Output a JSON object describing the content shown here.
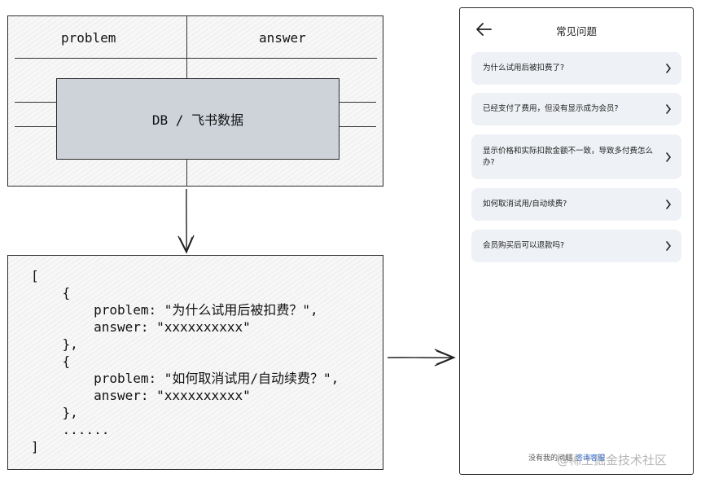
{
  "table": {
    "headers": [
      "problem",
      "answer"
    ],
    "source_label": "DB / 飞书数据"
  },
  "code": {
    "lines": [
      "[",
      "    {",
      "        problem: \"为什么试用后被扣费？\",",
      "        answer: \"xxxxxxxxxx\"",
      "    },",
      "    {",
      "        problem: \"如何取消试用/自动续费？\",",
      "        answer: \"xxxxxxxxxx\"",
      "    },",
      "    ......",
      "]"
    ]
  },
  "phone": {
    "title": "常见问题",
    "back_icon": "arrow-left-icon",
    "chevron_icon": "chevron-right-icon",
    "faq_items": [
      "为什么试用后被扣费了?",
      "已经支付了费用，但没有显示成为会员?",
      "显示价格和实际扣款金额不一致，导致多付费怎么办?",
      "如何取消试用/自动续费?",
      "会员购买后可以退款吗?"
    ],
    "footer_text": "没有我的问题",
    "footer_link": "咨询客服"
  },
  "watermark": "@稀土掘金技术社区"
}
